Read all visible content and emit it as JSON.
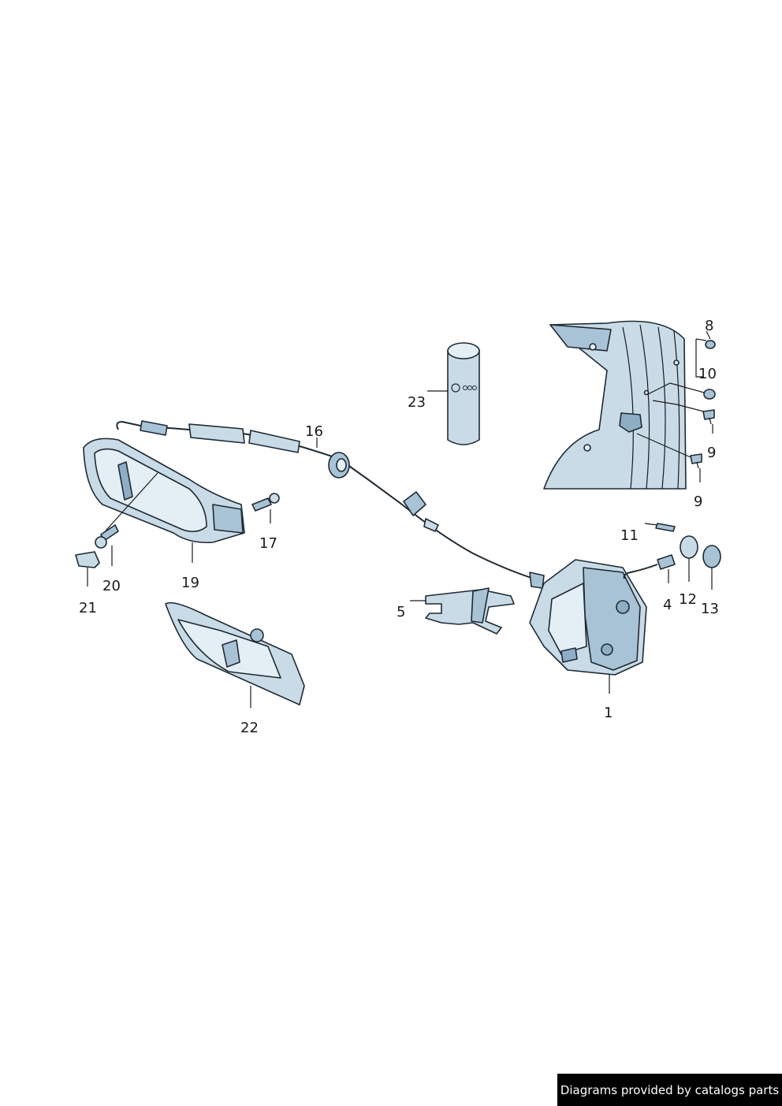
{
  "footer": {
    "text": "Diagrams provided by catalogs parts"
  },
  "callouts": {
    "c1": "1",
    "c4": "4",
    "c5": "5",
    "c8": "8",
    "c9a": "9",
    "c9b": "9",
    "c10": "10",
    "c11": "11",
    "c12": "12",
    "c13": "13",
    "c16": "16",
    "c17": "17",
    "c19": "19",
    "c20": "20",
    "c21": "21",
    "c22": "22",
    "c23": "23"
  },
  "colors": {
    "part_light": "#c9dbe7",
    "part_mid": "#a9c3d6",
    "part_dark": "#8eaec6",
    "outline": "#1e2a33"
  }
}
